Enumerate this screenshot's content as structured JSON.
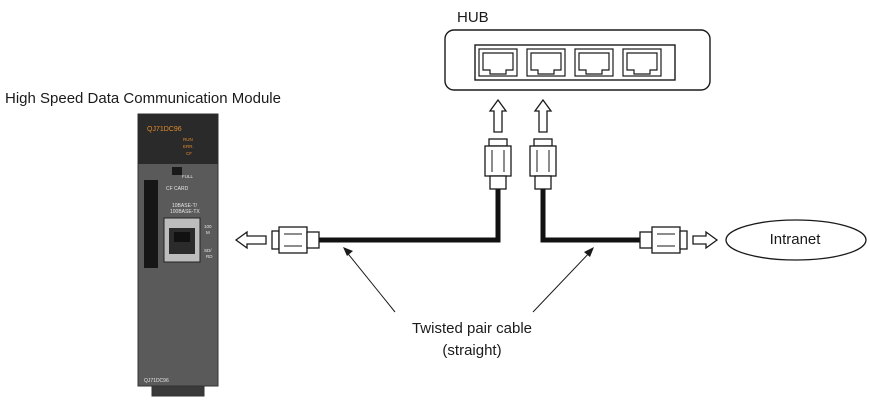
{
  "labels": {
    "module_title": "High Speed Data Communication Module",
    "hub": "HUB",
    "intranet": "Intranet",
    "cable_line1": "Twisted pair cable",
    "cable_line2": "(straight)"
  },
  "module": {
    "model_top": "QJ71DC96",
    "led_run": "RUN",
    "led_err": "ERR.",
    "led_cf": "CF",
    "full_led": "FULL",
    "cf_card": "CF CARD",
    "port_line1": "10BASE-T/",
    "port_line2": "100BASE-TX",
    "led_100m_a": "100",
    "led_100m_b": "M",
    "led_sdrd_a": "SD/",
    "led_sdrd_b": "RD",
    "model_bottom": "QJ71DC96"
  },
  "hub": {
    "port_count": 4
  }
}
